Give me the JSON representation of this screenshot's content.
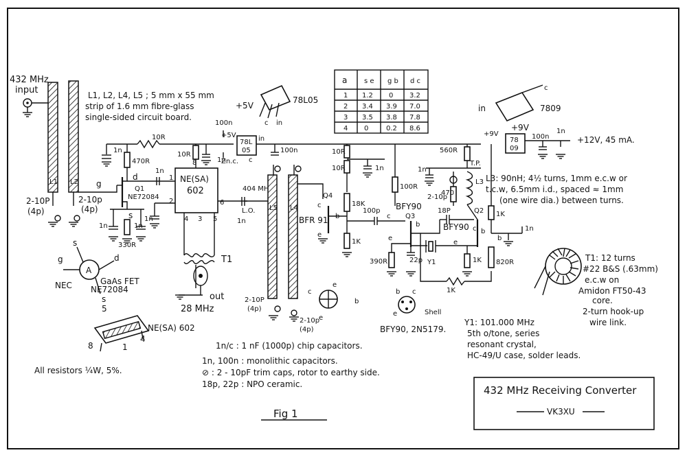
{
  "title_box": {
    "title": "432 MHz Receiving Converter",
    "author": "VK3XU"
  },
  "figure_caption": "Fig 1",
  "input": {
    "freq": "432 MHz",
    "word": "input"
  },
  "output": {
    "word": "out",
    "freq": "28 MHz"
  },
  "strip_note": [
    "L1, L2, L4, L5 ; 5 mm x 55 mm",
    "strip of 1.6 mm fibre-glass",
    "single-sided circuit board."
  ],
  "regulator_78l05": {
    "name": "78L05",
    "pins": [
      "+5V",
      "c",
      "in"
    ],
    "box": [
      "78L",
      "05"
    ]
  },
  "regulator_7809": {
    "name": "7809",
    "pins": [
      "in",
      "c",
      "+9V"
    ],
    "box": [
      "78",
      "09"
    ]
  },
  "supply": {
    "text": "+12V, 45 mA.",
    "v9": "+9V",
    "v5": "+5V"
  },
  "pin_table": {
    "headers": [
      "a",
      "s e",
      "g b",
      "d c"
    ],
    "rows": [
      [
        "1",
        "1.2",
        "0",
        "3.2"
      ],
      [
        "2",
        "3.4",
        "3.9",
        "7.0"
      ],
      [
        "3",
        "3.5",
        "3.8",
        "7.8"
      ],
      [
        "4",
        "0",
        "0.2",
        "8.6"
      ]
    ]
  },
  "ic": {
    "name": "NE(SA)",
    "num": "602",
    "pins": [
      "1",
      "2",
      "3",
      "4",
      "5",
      "6",
      "8"
    ],
    "note": "Zn.c.",
    "lo": "L.O.",
    "lo_freq": "404 MHz"
  },
  "transistors": {
    "q1": {
      "name": "Q1",
      "type": "NE72084"
    },
    "q4": {
      "name": "Q4",
      "type": "BFR 91"
    },
    "q3": {
      "name": "Q3",
      "type": "BFY90"
    },
    "q2": {
      "name": "Q2",
      "type": "BFY90"
    }
  },
  "components": {
    "r10_top": "10R",
    "r470": "470R",
    "r10_ic": "10R",
    "r10_a": "10R",
    "r10_b": "10R",
    "r18k": "18K",
    "r1k_q4": "1K",
    "r100": "100R",
    "r560": "560R",
    "r390": "390R",
    "r1k_q2": "1K",
    "r820": "820R",
    "r1k_fb": "1K",
    "r1k_top": "1K",
    "r330": "330R",
    "c100n_a": "100n",
    "c100n_b": "100n",
    "c100n_c": "100n",
    "c1n": "1n",
    "c100p": "100p",
    "c22p": "22p",
    "c18p": "18P",
    "c2_10p": "2-10p",
    "c4p": "(4p)",
    "c2_10P": "2-10P",
    "trim_cap": "2-10P",
    "trim_cap_4p": "(4p)"
  },
  "inductor_labels": [
    "L1",
    "L2",
    "L4",
    "L5",
    "L3",
    "T1",
    "Y1"
  ],
  "l3_note": [
    "L3: 90nH; 4½ turns, 1mm e.c.w or",
    "t.c.w, 6.5mm i.d., spaced ≈ 1mm",
    "(one wire dia.) between turns."
  ],
  "t1_note": [
    "T1: 12 turns",
    "#22 B&S (.63mm)",
    "e.c.w on",
    "Amidon FT50-43",
    "core.",
    "2-turn hook-up",
    "wire link."
  ],
  "y1_note": [
    "Y1: 101.000 MHz",
    "5th o/tone, series",
    "resonant crystal,",
    "HC-49/U case, solder leads."
  ],
  "gaas_fet": {
    "label": "GaAs FET",
    "maker": "NEC",
    "type": "NE72084",
    "pins": [
      "g",
      "d",
      "s",
      "s"
    ]
  },
  "ic_package": {
    "name": "NE(SA) 602",
    "pins": [
      "8",
      "5",
      "4",
      "1"
    ]
  },
  "bfy_package": {
    "label": "BFY90, 2N5179.",
    "shell": "Shell",
    "pins": [
      "b",
      "c",
      "e"
    ]
  },
  "legend": [
    "1n/c : 1 nF (1000p) chip capacitors.",
    "1n, 100n : monolithic capacitors.",
    "⊘ : 2 - 10pF trim caps, rotor to earthy side.",
    "18p, 22p : NPO ceramic."
  ],
  "resistor_note": "All resistors ¼W, 5%."
}
